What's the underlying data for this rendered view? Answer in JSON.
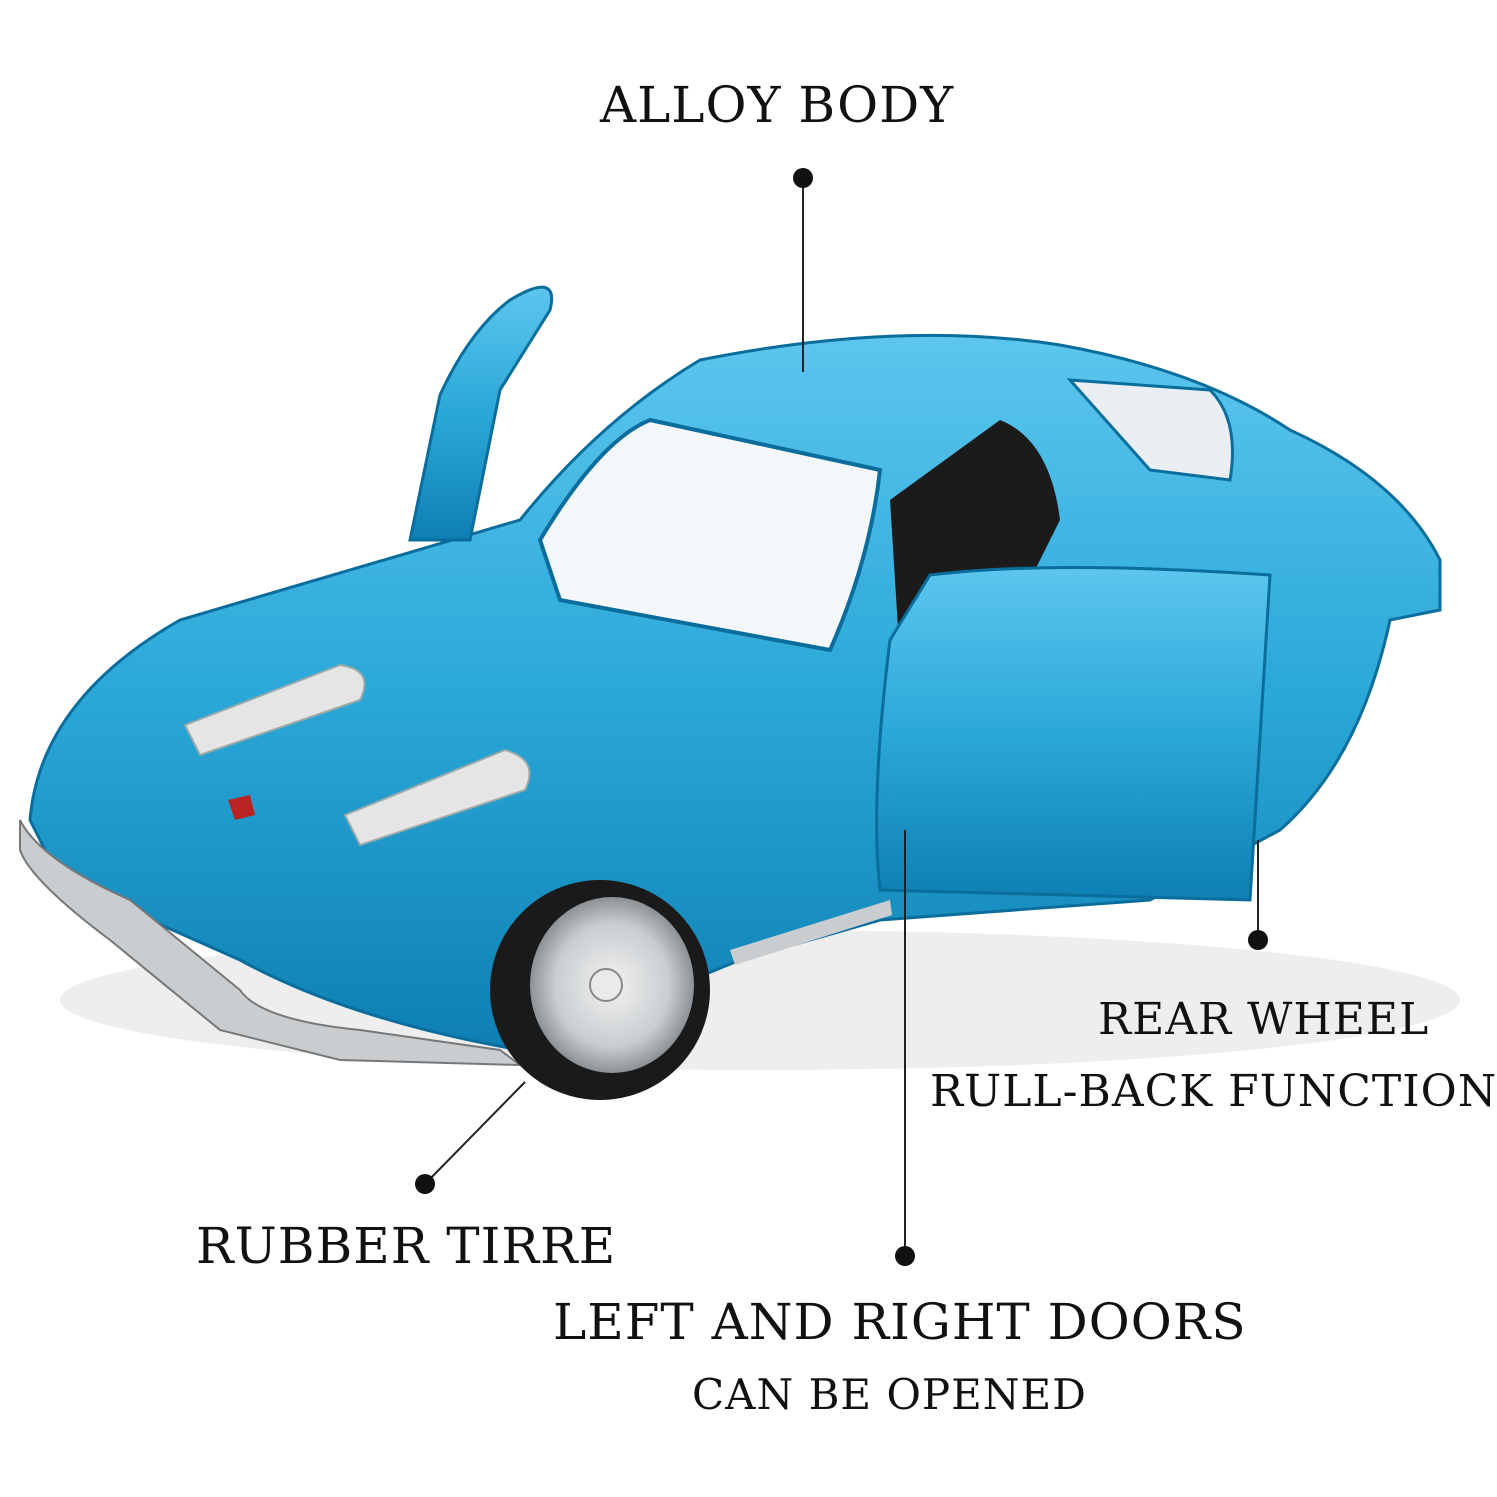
{
  "callouts": {
    "alloy_body": "ALLOY BODY",
    "rear_wheel_line1": "REAR WHEEL",
    "rear_wheel_line2": "RULL-BACK FUNCTION",
    "rubber_tire": "RUBBER TIRRE",
    "doors_line1": "LEFT AND RIGHT DOORS",
    "doors_line2": "CAN BE OPENED"
  },
  "colors": {
    "car_body": "#2aa8d8",
    "car_shadow": "#0e7fb3",
    "chrome": "#c9cdd0",
    "tire": "#1a1a1a",
    "text": "#111111",
    "background": "#ffffff"
  },
  "image": {
    "subject": "blue-sports-car-model-icon"
  }
}
